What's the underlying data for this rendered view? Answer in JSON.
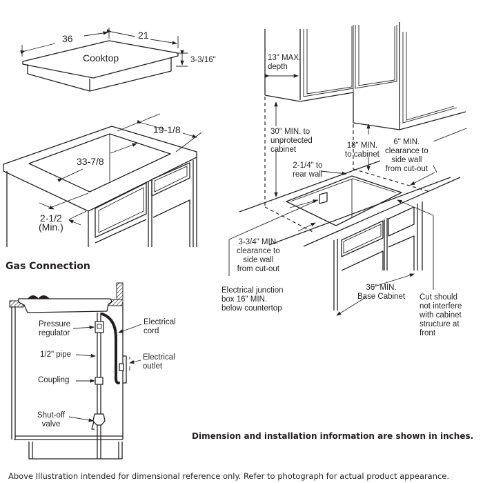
{
  "cooktop": {
    "label": "Cooktop",
    "width": "36",
    "depth": "21",
    "height": "3-3/16\""
  },
  "cutout": {
    "width": "33-7/8",
    "depth": "19-1/8",
    "front_clearance": "2-1/2\n(Min.)"
  },
  "clearances": {
    "upper_depth": "13\" MAX.\ndepth",
    "unprotected": "30\" MIN. to\nunprotected\ncabinet",
    "to_cabinet": "18\" MIN.\nto cabinet",
    "side_wall_right": "6\" MIN.\nclearance to\nside wall\nfrom cut-out",
    "rear_wall": "2-1/4\" to\nrear wall",
    "side_wall_left": "3-3/4\" MIN.\nclearance to\nside wall\nfrom cut-out",
    "junction_box": "Electrical junction\nbox 16\" MIN.\nbelow countertop",
    "base_cabinet": "36\" MIN.\nBase Cabinet",
    "cut_note": "Cut should\nnot interfere\nwith cabinet\nstructure at\nfront"
  },
  "gas": {
    "heading": "Gas Connection",
    "pressure_regulator": "Pressure\nregulator",
    "pipe": "1/2\" pipe",
    "coupling": "Coupling",
    "shutoff": "Shut-off\nvalve",
    "cord": "Electrical\ncord",
    "outlet": "Electrical\noutlet"
  },
  "notes": {
    "units": "Dimension and installation information are shown in inches.",
    "disclaimer": "Above Illustration intended for dimensional reference only. Refer to photograph for actual product appearance."
  }
}
